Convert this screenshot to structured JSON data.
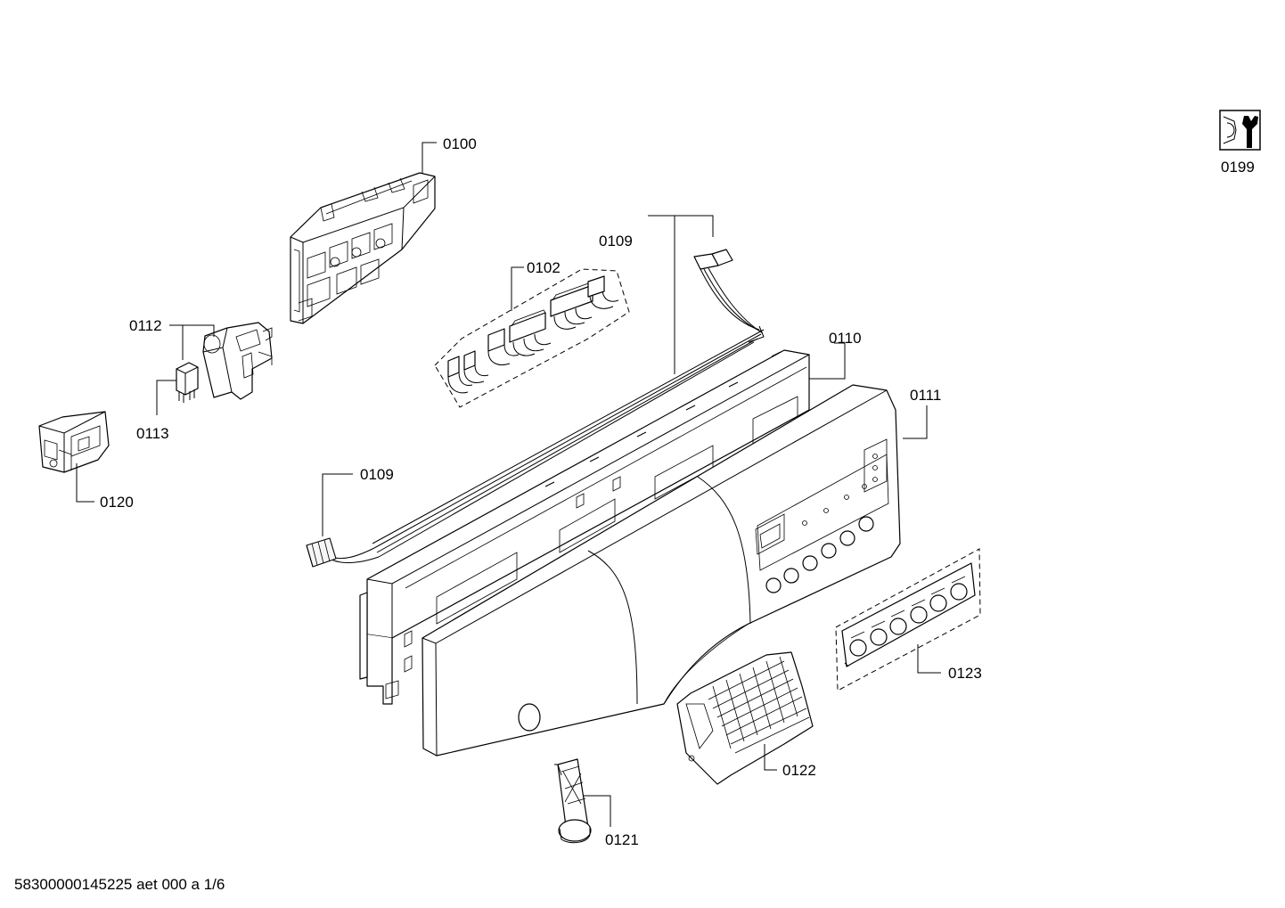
{
  "parts": [
    {
      "id": "0100",
      "label": "0100"
    },
    {
      "id": "0102",
      "label": "0102"
    },
    {
      "id": "0109a",
      "label": "0109"
    },
    {
      "id": "0109b",
      "label": "0109"
    },
    {
      "id": "0110",
      "label": "0110"
    },
    {
      "id": "0111",
      "label": "0111"
    },
    {
      "id": "0112",
      "label": "0112"
    },
    {
      "id": "0113",
      "label": "0113"
    },
    {
      "id": "0120",
      "label": "0120"
    },
    {
      "id": "0121",
      "label": "0121"
    },
    {
      "id": "0122",
      "label": "0122"
    },
    {
      "id": "0123",
      "label": "0123"
    },
    {
      "id": "0199",
      "label": "0199"
    }
  ],
  "footer": "58300000145225 aet 000 a 1/6",
  "icons": {
    "service": "wrench-nut-icon"
  }
}
